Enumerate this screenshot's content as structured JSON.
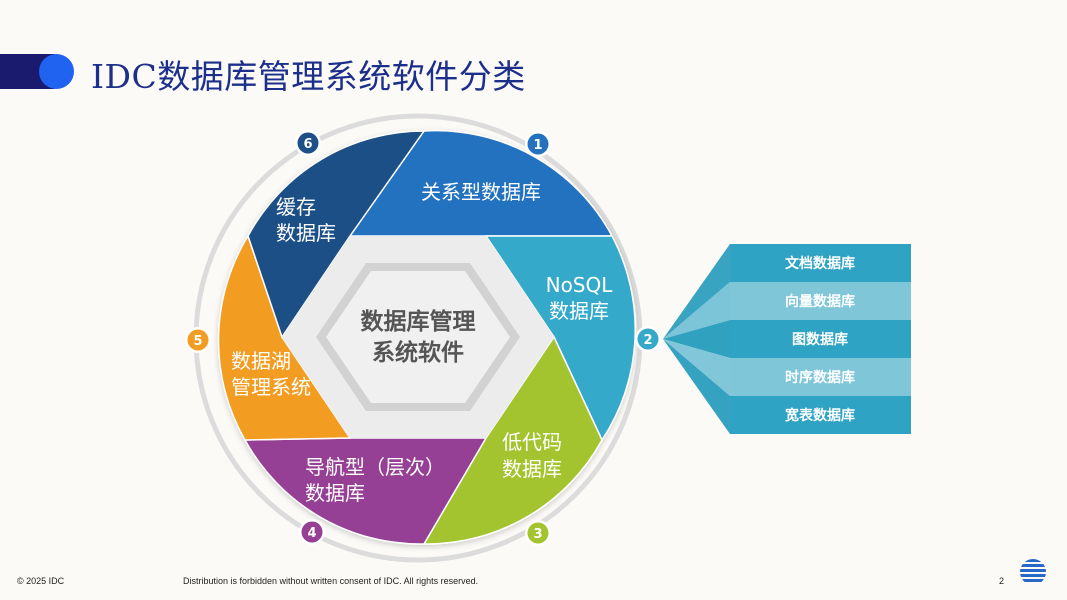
{
  "header": {
    "title": "IDC数据库管理系统软件分类"
  },
  "diagram": {
    "center_line1": "数据库管理",
    "center_line2": "系统软件",
    "segments": [
      {
        "number": "1",
        "line1": "关系型数据库",
        "line2": "",
        "color": "#2472bf"
      },
      {
        "number": "2",
        "line1": "NoSQL",
        "line2": "数据库",
        "color": "#36a9c9"
      },
      {
        "number": "3",
        "line1": "低代码",
        "line2": "数据库",
        "color": "#a3c42e"
      },
      {
        "number": "4",
        "line1": "导航型（层次）",
        "line2": "数据库",
        "color": "#963f95"
      },
      {
        "number": "5",
        "line1": "数据湖",
        "line2": "管理系统",
        "color": "#f39c22"
      },
      {
        "number": "6",
        "line1": "缓存",
        "line2": "数据库",
        "color": "#1e4f86"
      }
    ],
    "nosql_subtypes": [
      "文档数据库",
      "向量数据库",
      "图数据库",
      "时序数据库",
      "宽表数据库"
    ]
  },
  "footer": {
    "copyright": "© 2025 IDC",
    "disclaimer": "Distribution is forbidden without written consent of IDC. All rights reserved.",
    "page_number": "2"
  },
  "icons": {
    "logo": "idc-globe-icon"
  }
}
